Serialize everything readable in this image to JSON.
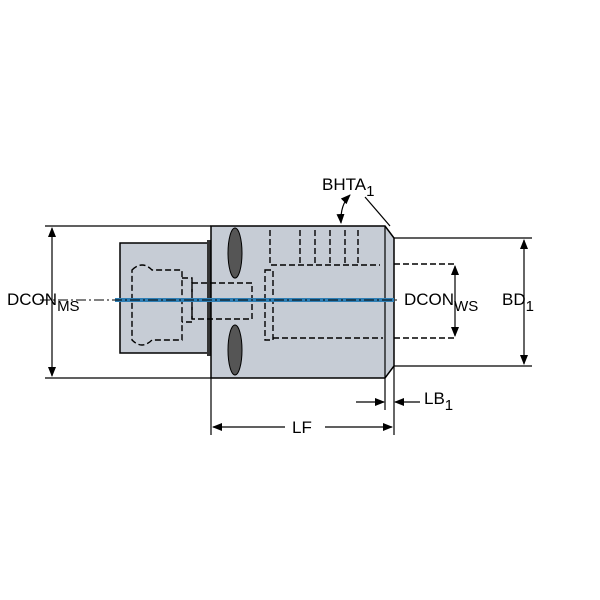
{
  "labels": {
    "dcon_ms": {
      "main": "DCON",
      "sub": "MS"
    },
    "dcon_ws": {
      "main": "DCON",
      "sub": "WS"
    },
    "bd1": {
      "main": "BD",
      "sub": "1"
    },
    "bhta1": {
      "main": "BHTA",
      "sub": "1"
    },
    "lf": {
      "main": "LF"
    },
    "lb1": {
      "main": "LB",
      "sub": "1"
    }
  },
  "colors": {
    "body": "#c6ccd5",
    "centerline": "#2f7fb5",
    "line": "#000000"
  }
}
